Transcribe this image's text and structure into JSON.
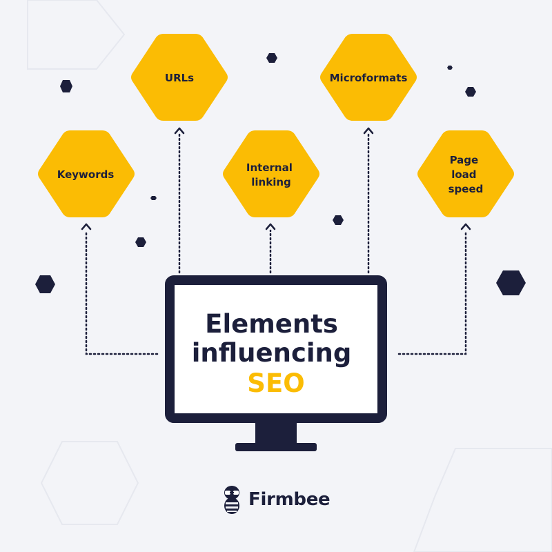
{
  "diagram": {
    "nodes": [
      {
        "id": "keywords",
        "lines": [
          "Keywords"
        ]
      },
      {
        "id": "urls",
        "lines": [
          "URLs"
        ]
      },
      {
        "id": "internal-linking",
        "lines": [
          "Internal",
          "linking"
        ]
      },
      {
        "id": "microformats",
        "lines": [
          "Microformats"
        ]
      },
      {
        "id": "page-load-speed",
        "lines": [
          "Page",
          "load",
          "speed"
        ]
      }
    ],
    "center": {
      "line1": "Elements",
      "line2": "influencing",
      "line3": "SEO"
    }
  },
  "brand": {
    "name": "Firmbee",
    "logo_icon": "bee-icon"
  },
  "colors": {
    "background": "#f3f4f8",
    "hexagon": "#fbbc04",
    "navy": "#1c1f3b",
    "accent_text": "#fbbc04"
  }
}
